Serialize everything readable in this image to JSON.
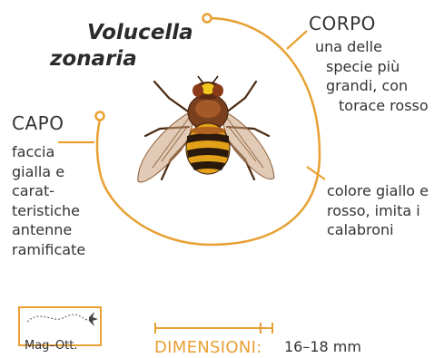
{
  "title": {
    "line1": "Volucella",
    "line2": "zonaria"
  },
  "corpo": {
    "heading": "CORPO",
    "lines": [
      "una delle",
      "specie più",
      "grandi, con",
      "torace rosso"
    ]
  },
  "capo": {
    "heading": "CAPO",
    "lines": [
      "faccia",
      "gialla e",
      "carat-",
      "teristiche",
      "antenne",
      "ramificate"
    ]
  },
  "colore": {
    "lines": [
      "colore giallo e",
      "rosso, imita i",
      "calabroni"
    ]
  },
  "legend": {
    "label": "Mag–Ott."
  },
  "dimensions": {
    "label": "DIMENSIONI:",
    "value": "16–18 mm"
  },
  "colors": {
    "accent": "#e8a033",
    "text": "#333333",
    "insect_orange": "#d98a1c",
    "insect_brown": "#6b3a1a"
  },
  "icons": [
    "insect-illustration",
    "flight-path-icon",
    "ruler-scale-icon"
  ]
}
